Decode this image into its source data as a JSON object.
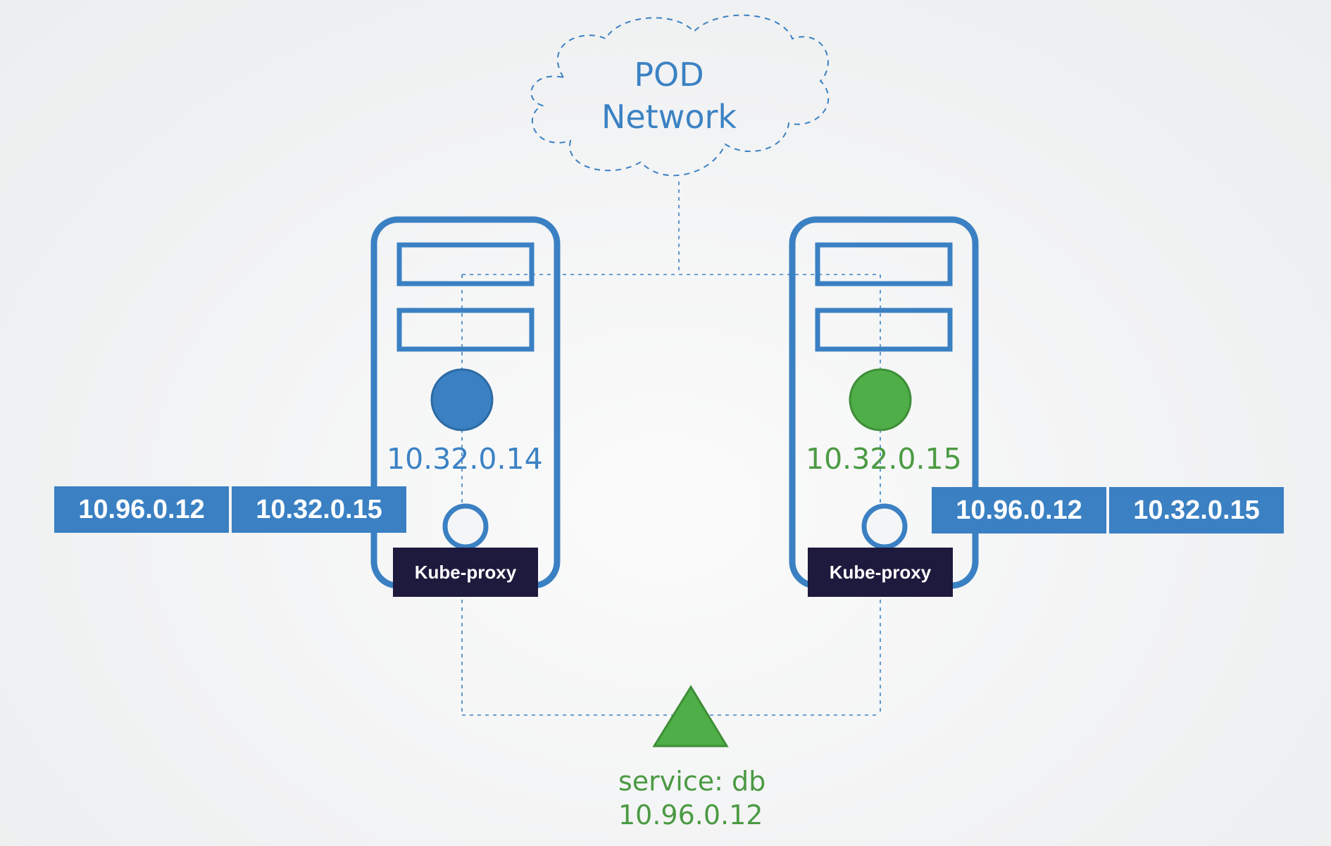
{
  "pod_network": {
    "title_line1": "POD",
    "title_line2": "Network"
  },
  "nodes": [
    {
      "pod_ip": "10.32.0.14",
      "pod_color": "#3a80c3",
      "proxy_label": "Kube-proxy",
      "rules": [
        "10.96.0.12",
        "10.32.0.15"
      ]
    },
    {
      "pod_ip": "10.32.0.15",
      "pod_color": "#4fae47",
      "proxy_label": "Kube-proxy",
      "rules": [
        "10.96.0.12",
        "10.32.0.15"
      ]
    }
  ],
  "service": {
    "name": "service: db",
    "ip": "10.96.0.12",
    "color": "#4fae47"
  },
  "colors": {
    "node_outline": "#3a80c3",
    "network_line": "#3a80c3",
    "proxy_bg": "#1d1a3d"
  }
}
